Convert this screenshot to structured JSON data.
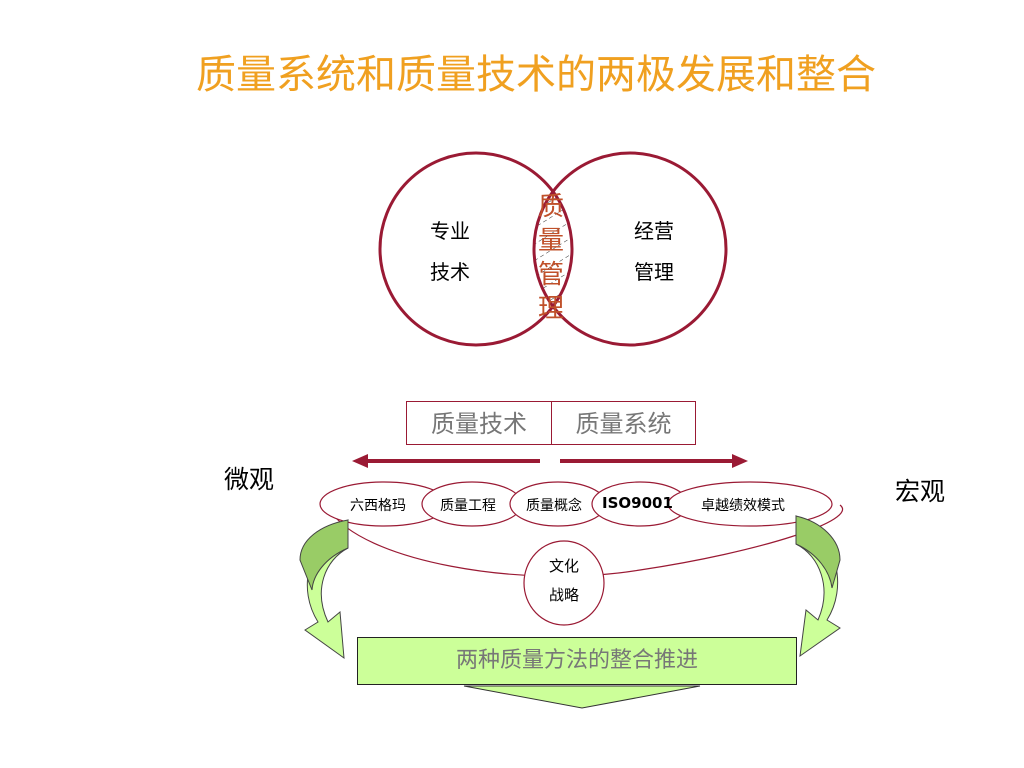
{
  "title": "质量系统和质量技术的两极发展和整合",
  "venn": {
    "left_line1": "专业",
    "left_line2": "技术",
    "right_line1": "经营",
    "right_line2": "管理",
    "center_chars": [
      "质",
      "量",
      "管",
      "理"
    ]
  },
  "boxes": {
    "left": "质量技术",
    "right": "质量系统"
  },
  "ends": {
    "left": "微观",
    "right": "宏观"
  },
  "chain": [
    "六西格玛",
    "质量工程",
    "质量概念",
    "ISO9001",
    "卓越绩效模式"
  ],
  "culture": {
    "line1": "文化",
    "line2": "战略"
  },
  "banner": "两种质量方法的整合推进",
  "colors": {
    "title": "#f0a020",
    "circle": "#9a1a34",
    "center_text": "#c0502a",
    "green_fill": "#ccff99",
    "green_dark": "#99cc66"
  }
}
